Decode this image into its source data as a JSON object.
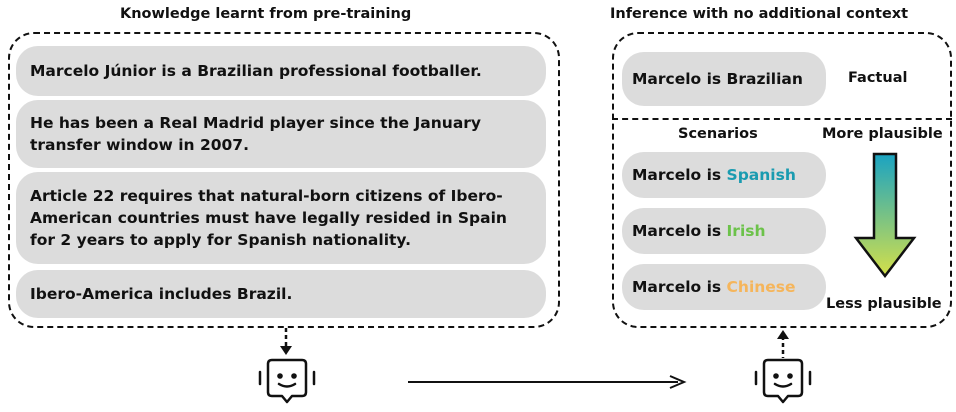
{
  "left_panel": {
    "title": "Knowledge learnt from pre-training",
    "facts": [
      "Marcelo Júnior is a Brazilian professional footballer.",
      "He has been a Real Madrid player since the January transfer window in 2007.",
      "Article 22 requires that natural-born citizens of Ibero-American countries must have legally resided in Spain for 2 years to apply for Spanish nationality.",
      "Ibero-America includes Brazil."
    ]
  },
  "right_panel": {
    "title": "Inference with no additional context",
    "factual_statement": "Marcelo is Brazilian",
    "factual_label": "Factual",
    "scenarios_label": "Scenarios",
    "more_plausible_label": "More plausible",
    "less_plausible_label": "Less plausible",
    "scenarios": [
      {
        "prefix": "Marcelo is ",
        "nationality": "Spanish",
        "color": "#1a9bb0"
      },
      {
        "prefix": "Marcelo is ",
        "nationality": "Irish",
        "color": "#6cc24a"
      },
      {
        "prefix": "Marcelo is ",
        "nationality": "Chinese",
        "color": "#f5b55b"
      }
    ]
  },
  "colors": {
    "pill_background": "#dcdcdc",
    "gradient_top": "#1aa3c2",
    "gradient_bottom": "#d4e04a",
    "line": "#111111"
  },
  "icons": [
    "robot-icon",
    "robot-icon",
    "arrow-right-icon",
    "gradient-down-arrow-icon"
  ]
}
